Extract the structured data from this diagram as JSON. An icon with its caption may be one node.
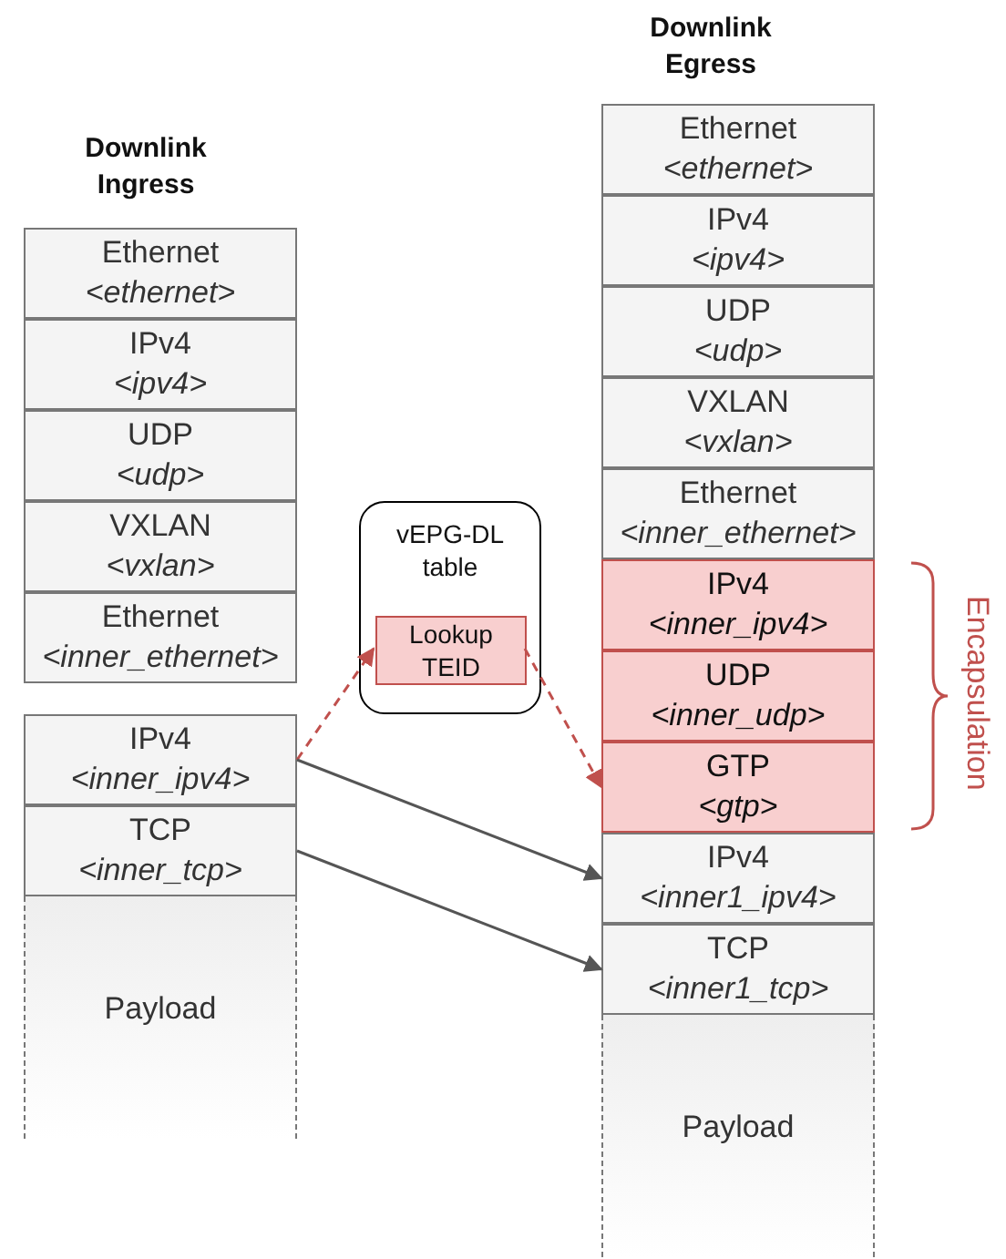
{
  "diagram": {
    "nodes": [
      {
        "text": [
          "Ethernet",
          "<ethernet>"
        ]
      },
      {
        "text": [
          "IPv4",
          "<ipv4>"
        ]
      },
      {
        "text": [
          "UDP",
          "<udp>"
        ]
      },
      {
        "text": [
          "VXLAN",
          "<vxlan>"
        ]
      },
      {
        "text": [
          "Ethernet",
          "<inner_ethernet>"
        ]
      },
      {
        "text": [
          "IPv4",
          "<inner_ipv4>"
        ]
      },
      {
        "text": [
          "TCP",
          "<inner_tcp>"
        ]
      },
      {
        "text": [
          "Payload"
        ]
      },
      {
        "text": [
          "vEPG-DL table"
        ]
      },
      {
        "text": [
          "Lookup TEID"
        ],
        "in": 8
      },
      {
        "text": [
          "Ethernet",
          "<ethernet>"
        ]
      },
      {
        "text": [
          "IPv4",
          "<ipv4>"
        ]
      },
      {
        "text": [
          "UDP",
          "<udp>"
        ]
      },
      {
        "text": [
          "VXLAN",
          "<vxlan>"
        ]
      },
      {
        "text": [
          "Ethernet",
          "<inner_ethernet>"
        ]
      },
      {
        "text": [
          "IPv4",
          "<inner_ipv4>"
        ]
      },
      {
        "text": [
          "UDP",
          "<inner_udp>"
        ]
      },
      {
        "text": [
          "GTP",
          "<gtp>"
        ]
      },
      {
        "text": [
          "IPv4",
          "<inner1_ipv4>"
        ]
      },
      {
        "text": [
          "TCP",
          "<inner1_tcp>"
        ]
      },
      {
        "text": [
          "Payload"
        ]
      }
    ],
    "edges": [
      {
        "from": 5,
        "to": 9,
        "arrow": "to",
        "style": "dashed",
        "color": "#c0504d"
      },
      {
        "from": 9,
        "to": 17,
        "arrow": "to",
        "style": "dashed",
        "color": "#c0504d"
      },
      {
        "from": 5,
        "to": 18,
        "arrow": "to",
        "color": "#555555"
      },
      {
        "from": 6,
        "to": 19,
        "arrow": "to",
        "color": "#555555"
      }
    ],
    "labels": [
      "Downlink Egress",
      "Downlink Ingress",
      "Encapsulation"
    ]
  }
}
